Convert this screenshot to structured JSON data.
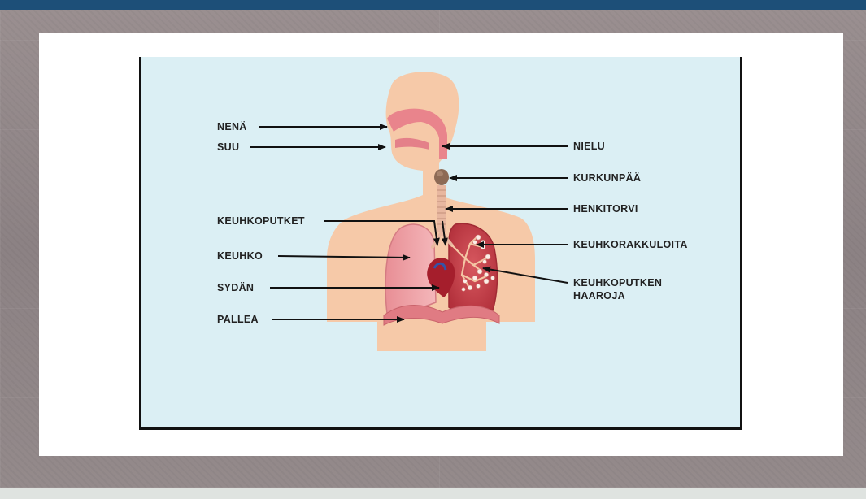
{
  "labels": {
    "nena": "NENÄ",
    "suu": "SUU",
    "keuhkoputket": "KEUHKOPUTKET",
    "keuhko": "KEUHKO",
    "sydan": "SYDÄN",
    "pallea": "PALLEA",
    "nielu": "NIELU",
    "kurkunpaa": "KURKUNPÄÄ",
    "henkitorvi": "HENKITORVI",
    "keuhkorakkuloita": "KEUHKORAKKULOITA",
    "keuhkoputken_line1": "KEUHKOPUTKEN",
    "keuhkoputken_line2": "HAAROJA"
  },
  "colors": {
    "header_bar": "#1d4f78",
    "frame_background": "#dbeff4",
    "body_silhouette": "#f6c9a8",
    "airway": "#e9848c",
    "lung_left": "#f0a3a8",
    "lung_right": "#c9444d",
    "heart": "#a51e2c",
    "diaphragm": "#e07b83"
  }
}
